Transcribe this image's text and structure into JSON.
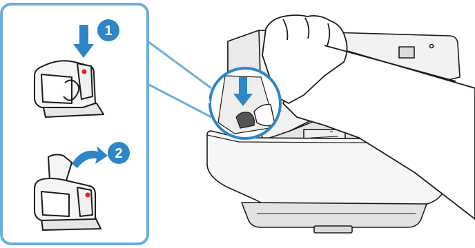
{
  "steps": [
    {
      "number": "1",
      "action": "press-down"
    },
    {
      "number": "2",
      "action": "lift-open"
    }
  ],
  "colors": {
    "accent": "#2c86c7",
    "inset_border": "#6aaedc",
    "latch_marker": "#e0232f",
    "outline": "#1a1a1a",
    "device_fill": "#f4f4f4",
    "device_shadow": "#d6d6d6",
    "background": "#ffffff"
  },
  "icons": {
    "step1_arrow": "arrow-down-icon",
    "step2_arrow": "curved-arrow-up-icon",
    "callout_arrow": "arrow-down-icon",
    "hand": "hand-illustration"
  }
}
